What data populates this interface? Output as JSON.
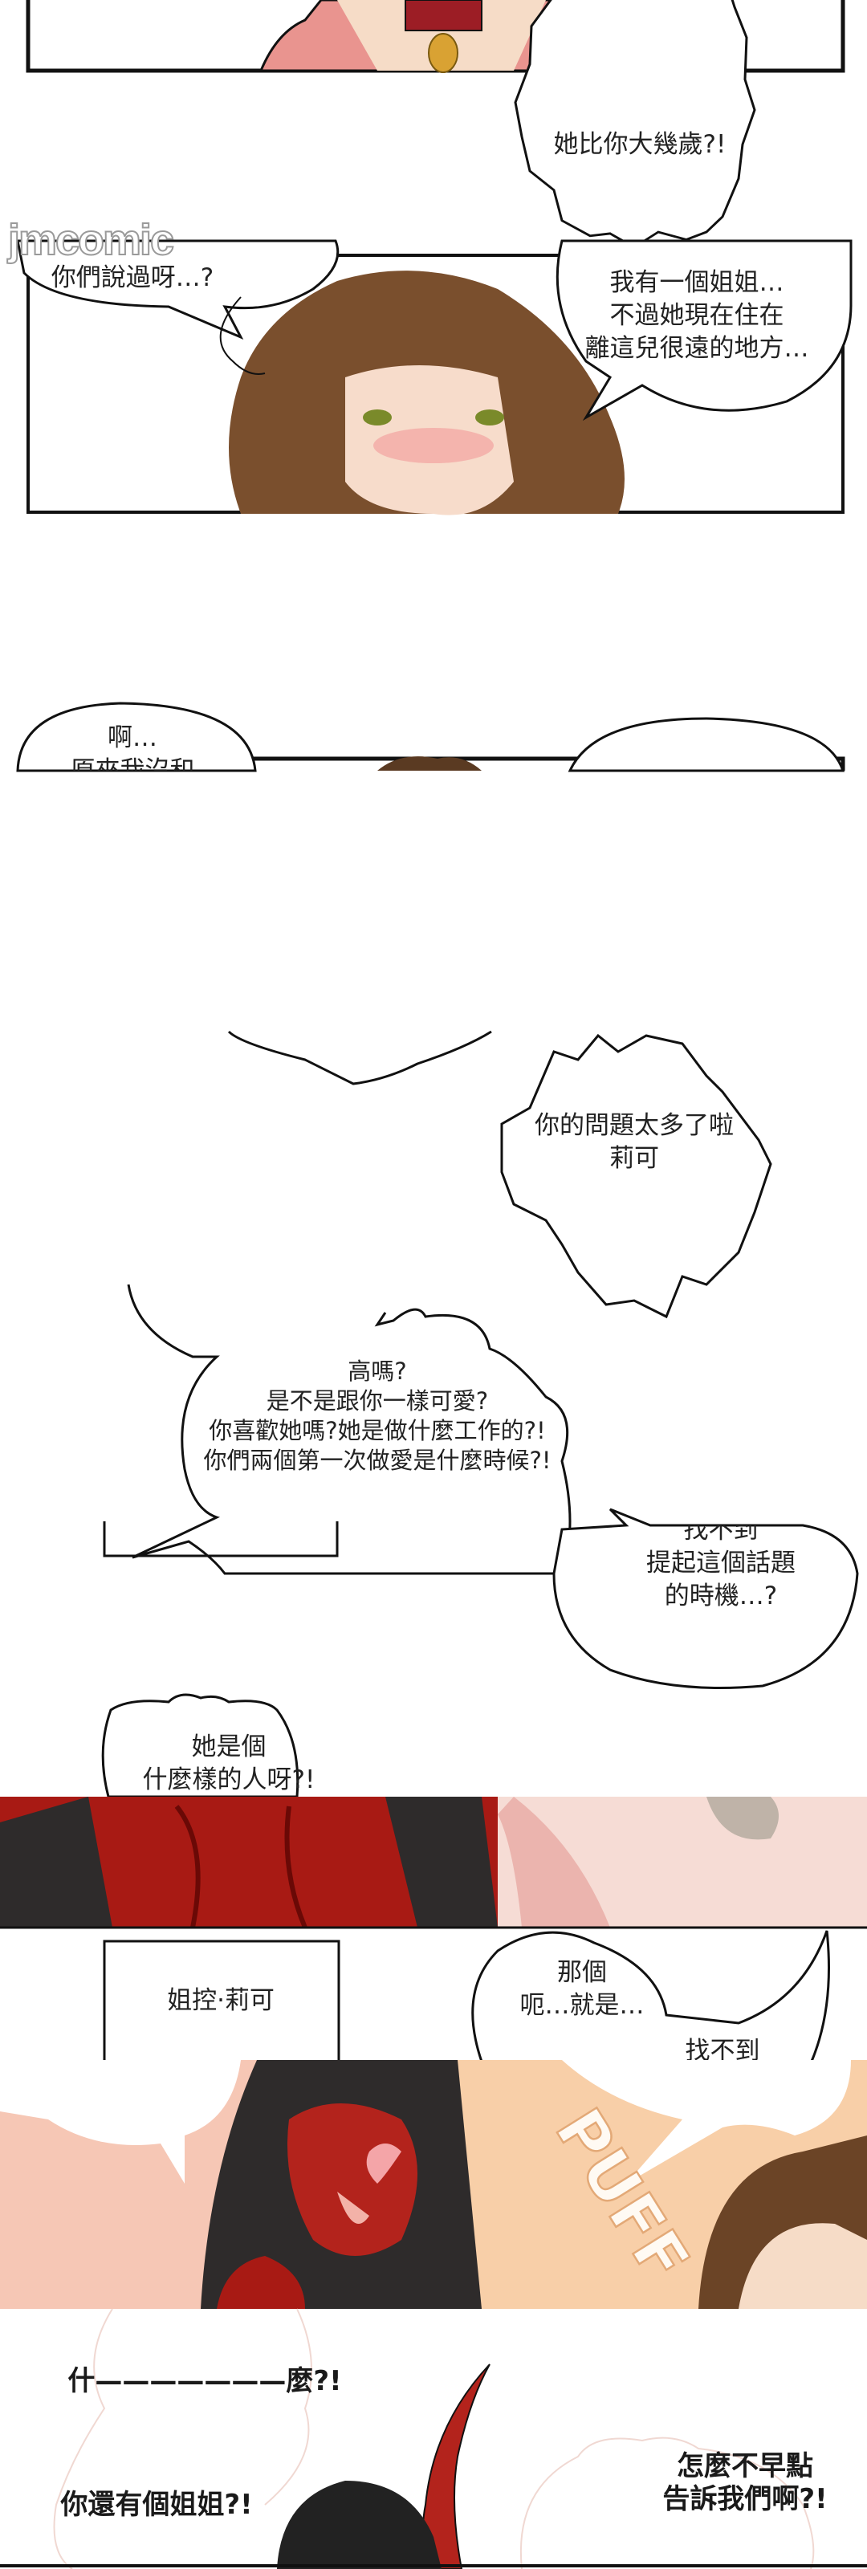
{
  "watermark": "jmcomic",
  "colors": {
    "ink": "#111111",
    "red_skin": "#b3231c",
    "dark_red": "#7a0c0a",
    "hair_brown": "#6b4426",
    "hair_black": "#2e2b2b",
    "peach_bg": "#f8cfa8",
    "pink_bg": "#f6d9d2"
  },
  "panels": [
    {
      "id": "p1",
      "bubbles": [
        {
          "lines": [
            "她比你大幾歲?!"
          ]
        }
      ]
    },
    {
      "id": "p2",
      "bubbles": [
        {
          "lines": [
            "你們說過呀…?"
          ]
        },
        {
          "lines": [
            "我有一個姐姐…",
            "不過她現在住在",
            "離這兒很遠的地方…"
          ]
        }
      ]
    },
    {
      "id": "p3",
      "bubbles": [
        {
          "lines": [
            "啊…",
            "原來我沒和"
          ]
        }
      ]
    },
    {
      "id": "p4",
      "bubbles": [
        {
          "lines": [
            "你的問題太多了啦",
            "莉可"
          ]
        },
        {
          "lines": [
            "高嗎?",
            "是不是跟你一樣可愛?",
            "你喜歡她嗎?她是做什麼工作的?!",
            "你們兩個第一次做愛是什麼時候?!"
          ]
        },
        {
          "lines": [
            "找不到",
            "提起這個話題",
            "的時機…?"
          ]
        },
        {
          "lines": [
            "她是個",
            "什麼樣的人呀?!"
          ]
        }
      ]
    },
    {
      "id": "p5",
      "caption": "姐控·莉可",
      "bubbles": [
        {
          "lines": [
            "那個",
            "呃…就是…"
          ]
        },
        {
          "lines": [
            "找不到"
          ]
        }
      ]
    },
    {
      "id": "p6",
      "sfx": "PUFF",
      "bubbles": [
        {
          "lines": [
            "什———————麼?!"
          ]
        },
        {
          "lines": [
            "你還有個姐姐?!"
          ]
        },
        {
          "lines": [
            "怎麼不早點",
            "告訴我們啊?!"
          ]
        }
      ]
    }
  ]
}
